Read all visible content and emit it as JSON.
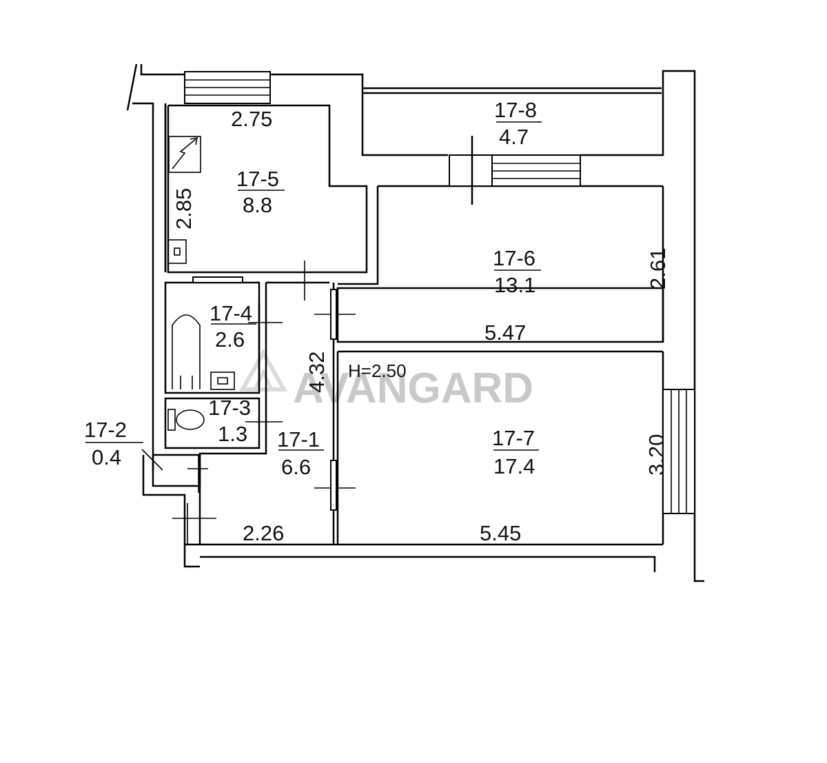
{
  "watermark": {
    "brand": "AVANGARD",
    "color": "#c9c9c9"
  },
  "ceiling_height": "H=2.50",
  "rooms": [
    {
      "id": "17-1",
      "area": "6.6"
    },
    {
      "id": "17-2",
      "area": "0.4"
    },
    {
      "id": "17-3",
      "area": "1.3"
    },
    {
      "id": "17-4",
      "area": "2.6"
    },
    {
      "id": "17-5",
      "area": "8.8"
    },
    {
      "id": "17-6",
      "area": "13.1"
    },
    {
      "id": "17-7",
      "area": "17.4"
    },
    {
      "id": "17-8",
      "area": "4.7"
    }
  ],
  "dimensions": {
    "kitchen_width": "2.75",
    "kitchen_depth": "2.85",
    "room6_depth": "2.61",
    "room6_width": "5.47",
    "corridor_length": "4.32",
    "corridor_width": "2.26",
    "room7_width": "5.45",
    "room7_depth": "3.20"
  }
}
